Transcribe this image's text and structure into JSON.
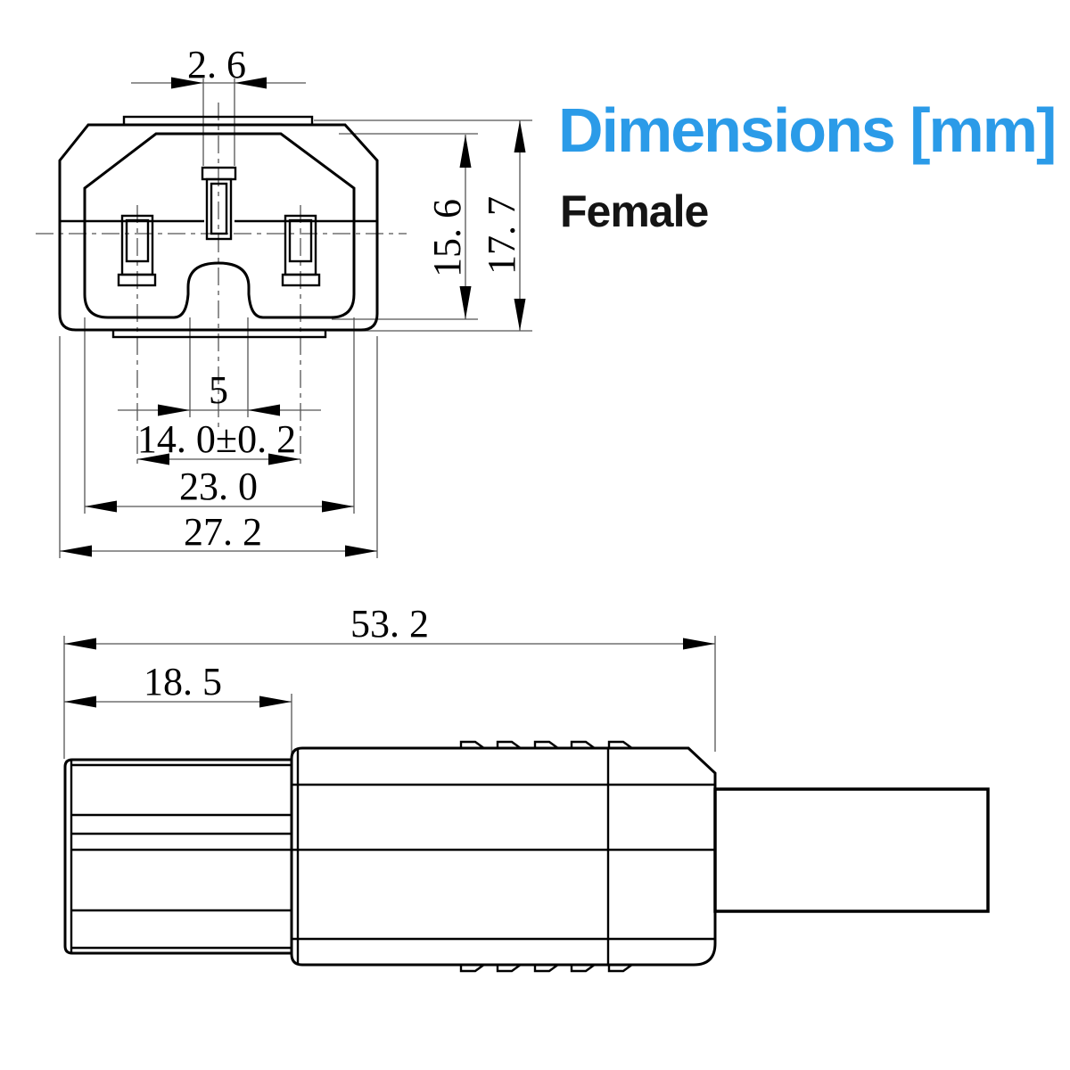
{
  "header": {
    "title": "Dimensions [mm]",
    "subtitle": "Female",
    "title_color": "#2B9BE8",
    "subtitle_color": "#141414"
  },
  "front_view": {
    "dimensions": {
      "pin_slot_width": "2. 6",
      "notch_width": "5",
      "pin_pitch": "14. 0±0. 2",
      "recess_width": "23. 0",
      "overall_width": "27. 2",
      "recess_height": "15. 6",
      "overall_height": "17. 7"
    }
  },
  "side_view": {
    "dimensions": {
      "overall_length": "53. 2",
      "front_section_length": "18. 5"
    }
  },
  "drawing": {
    "background": "#ffffff",
    "outline_color": "#000000",
    "thin_line_color": "#545454"
  }
}
